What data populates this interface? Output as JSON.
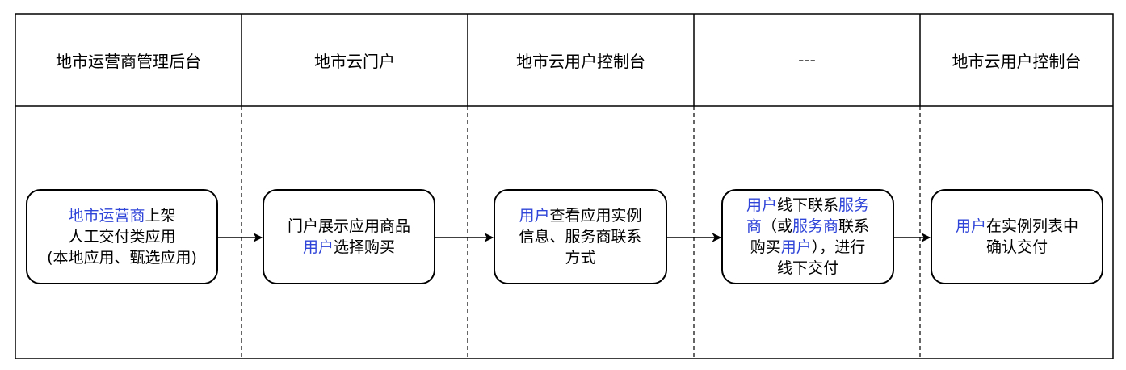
{
  "headers": [
    "地市运营商管理后台",
    "地市云门户",
    "地市云用户控制台",
    "---",
    "地市云用户控制台"
  ],
  "steps": [
    {
      "lines": [
        [
          {
            "text": "地市运营商",
            "hl": true
          },
          {
            "text": "上架",
            "hl": false
          }
        ],
        [
          {
            "text": "人工交付类应用",
            "hl": false
          }
        ],
        [
          {
            "text": "(本地应用、甄选应用)",
            "hl": false
          }
        ]
      ]
    },
    {
      "lines": [
        [
          {
            "text": "门户展示应用商品",
            "hl": false
          }
        ],
        [
          {
            "text": "用户",
            "hl": true
          },
          {
            "text": "选择购买",
            "hl": false
          }
        ]
      ]
    },
    {
      "lines": [
        [
          {
            "text": "用户",
            "hl": true
          },
          {
            "text": "查看应用实例",
            "hl": false
          }
        ],
        [
          {
            "text": "信息、服务商联系",
            "hl": false
          }
        ],
        [
          {
            "text": "方式",
            "hl": false
          }
        ]
      ]
    },
    {
      "lines": [
        [
          {
            "text": "用户",
            "hl": true
          },
          {
            "text": "线下联系",
            "hl": false
          },
          {
            "text": "服务",
            "hl": true
          }
        ],
        [
          {
            "text": "商",
            "hl": true
          },
          {
            "text": "（或",
            "hl": false
          },
          {
            "text": "服务商",
            "hl": true
          },
          {
            "text": "联系",
            "hl": false
          }
        ],
        [
          {
            "text": "购买",
            "hl": false
          },
          {
            "text": "用户",
            "hl": true
          },
          {
            "text": "），进行",
            "hl": false
          }
        ],
        [
          {
            "text": "线下交付",
            "hl": false
          }
        ]
      ]
    },
    {
      "lines": [
        [
          {
            "text": "用户",
            "hl": true
          },
          {
            "text": "在实例列表中",
            "hl": false
          }
        ],
        [
          {
            "text": "确认交付",
            "hl": false
          }
        ]
      ]
    }
  ],
  "colors": {
    "highlight": "#2f44d8",
    "line": "#000000"
  }
}
